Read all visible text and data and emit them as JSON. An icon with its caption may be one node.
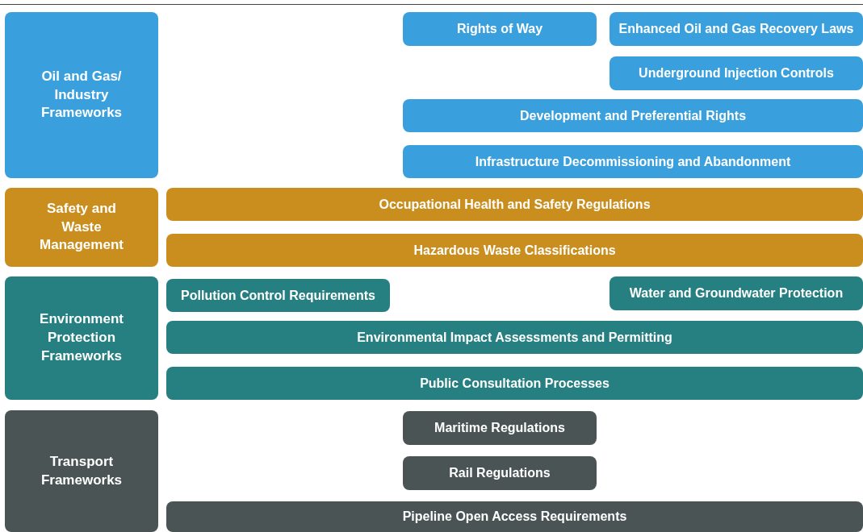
{
  "diagram": {
    "nodes": [
      {
        "text": [
          "Oil and Gas/ Industry Frameworks"
        ]
      },
      {
        "text": [
          "Rights of Way"
        ]
      },
      {
        "text": [
          "Enhanced Oil and Gas Recovery Laws"
        ]
      },
      {
        "text": [
          "Underground Injection Controls"
        ]
      },
      {
        "text": [
          "Development and Preferential Rights"
        ]
      },
      {
        "text": [
          "Infrastructure Decommissioning and Abandonment"
        ]
      },
      {
        "text": [
          "Safety and Waste Management"
        ]
      },
      {
        "text": [
          "Occupational Health and Safety Regulations"
        ]
      },
      {
        "text": [
          "Hazardous Waste Classifications"
        ]
      },
      {
        "text": [
          "Environment Protection Frameworks"
        ]
      },
      {
        "text": [
          "Pollution Control Requirements"
        ]
      },
      {
        "text": [
          "Water and Groundwater Protection"
        ]
      },
      {
        "text": [
          "Environmental Impact Assessments and Permitting"
        ]
      },
      {
        "text": [
          "Public Consultation Processes"
        ]
      },
      {
        "text": [
          "Transport Frameworks"
        ]
      },
      {
        "text": [
          "Maritime Regulations"
        ]
      },
      {
        "text": [
          "Rail Regulations"
        ]
      },
      {
        "text": [
          "Pipeline Open Access Requirements"
        ]
      }
    ]
  }
}
